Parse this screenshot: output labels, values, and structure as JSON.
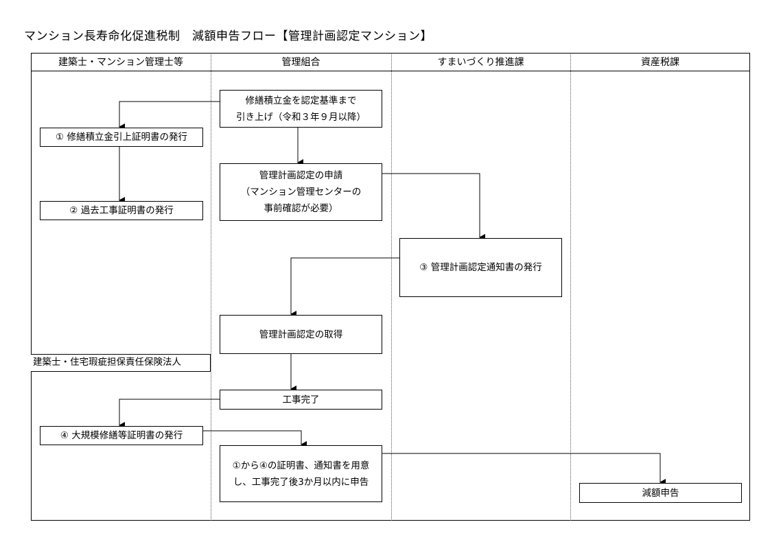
{
  "title": "マンション長寿命化促進税制　減額申告フロー【管理計画認定マンション】",
  "lanes": [
    "建築士・マンション管理士等",
    "管理組合",
    "すまいづくり推進課",
    "資産税課"
  ],
  "sub_lane_label": "建築士・住宅瑕疵担保責任保険法人",
  "steps": {
    "raise_fund": {
      "line1": "修繕積立金を認定基準まで",
      "line2": "引き上げ（令和３年９月以降）"
    },
    "cert1": "① 修繕積立金引上証明書の発行",
    "cert2": "② 過去工事証明書の発行",
    "apply": {
      "line1": "管理計画認定の申請",
      "line2": "（マンション管理センターの",
      "line3": "事前確認が必要）"
    },
    "notice3": "③ 管理計画認定通知書の発行",
    "acquire": "管理計画認定の取得",
    "complete": "工事完了",
    "cert4": "④ 大規模修繕等証明書の発行",
    "prepare": {
      "line1": "①から④の証明書、通知書を用意",
      "line2": "し、工事完了後3か月以内に申告"
    },
    "reduction": "減額申告"
  }
}
